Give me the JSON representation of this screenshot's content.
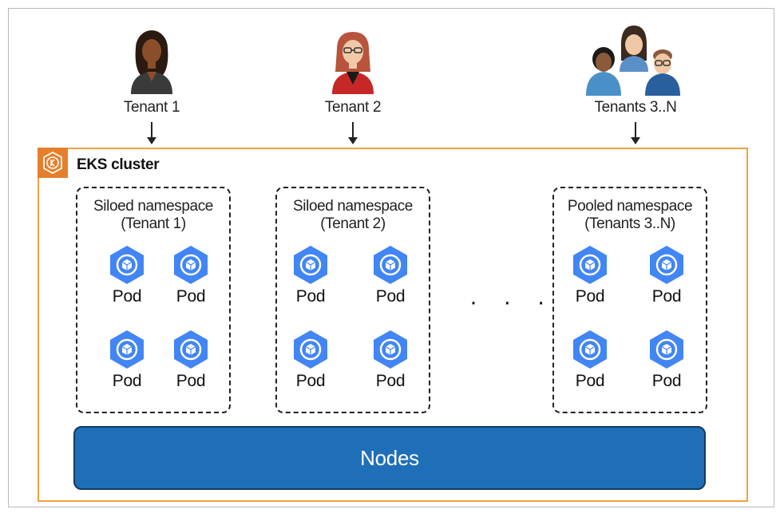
{
  "tenants": [
    {
      "label": "Tenant 1",
      "icon": "woman-user-icon"
    },
    {
      "label": "Tenant 2",
      "icon": "woman-glasses-user-icon"
    },
    {
      "label": "Tenants 3..N",
      "icon": "user-group-icon"
    }
  ],
  "cluster": {
    "label": "EKS cluster",
    "icon": "kubernetes-icon",
    "border_color": "#f0a23e",
    "badge_color": "#e57f2b"
  },
  "namespaces": [
    {
      "line1": "Siloed namespace",
      "line2": "(Tenant 1)",
      "pods": [
        "Pod",
        "Pod",
        "Pod",
        "Pod"
      ]
    },
    {
      "line1": "Siloed namespace",
      "line2": "(Tenant 2)",
      "pods": [
        "Pod",
        "Pod",
        "Pod",
        "Pod"
      ]
    },
    {
      "line1": "Pooled namespace",
      "line2": "(Tenants 3..N)",
      "pods": [
        "Pod",
        "Pod",
        "Pod",
        "Pod"
      ]
    }
  ],
  "ellipsis": "· · ·",
  "nodes": {
    "label": "Nodes",
    "color": "#1f6fb8"
  },
  "pod_color": "#4285f4"
}
